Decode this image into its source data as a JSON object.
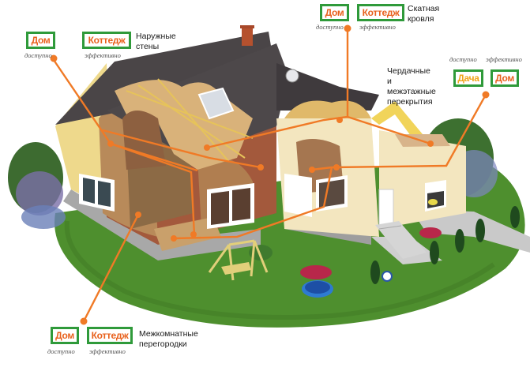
{
  "colors": {
    "badge_border": "#2f9a3a",
    "badge_text_primary": "#e8601c",
    "badge_text_secondary": "#f0a418",
    "connector": "#f07a26",
    "grass": "#4e8f2e",
    "roof": "#4a4547",
    "siding": "#f3e6bf",
    "insulation": "#c9a06b"
  },
  "callouts": {
    "exterior_walls": {
      "label": "Наружные\nстены",
      "badges": [
        {
          "text": "Дом",
          "caption": "доступно"
        },
        {
          "text": "Коттедж",
          "caption": "эффективно"
        }
      ]
    },
    "pitched_roof": {
      "label": "Скатная\nкровля",
      "badges": [
        {
          "text": "Дом",
          "caption": "доступно"
        },
        {
          "text": "Коттедж",
          "caption": "эффективно"
        }
      ]
    },
    "attic_floors": {
      "label": "Чердачные и\nмежэтажные\nперекрытия",
      "badges": [
        {
          "text": "Дача",
          "caption": "доступно"
        },
        {
          "text": "Дом",
          "caption": "эффективно"
        }
      ]
    },
    "interior_partitions": {
      "label": "Межкомнатные\nперегородки",
      "badges": [
        {
          "text": "Дом",
          "caption": "доступно"
        },
        {
          "text": "Коттедж",
          "caption": "эффективно"
        }
      ]
    }
  },
  "illustration": {
    "subject": "house-cutaway-insulation",
    "elements": [
      "roof",
      "chimney",
      "satellite-dish",
      "skylight",
      "garage",
      "stairs",
      "swing",
      "pool",
      "ball",
      "shrubs",
      "lawn"
    ]
  }
}
